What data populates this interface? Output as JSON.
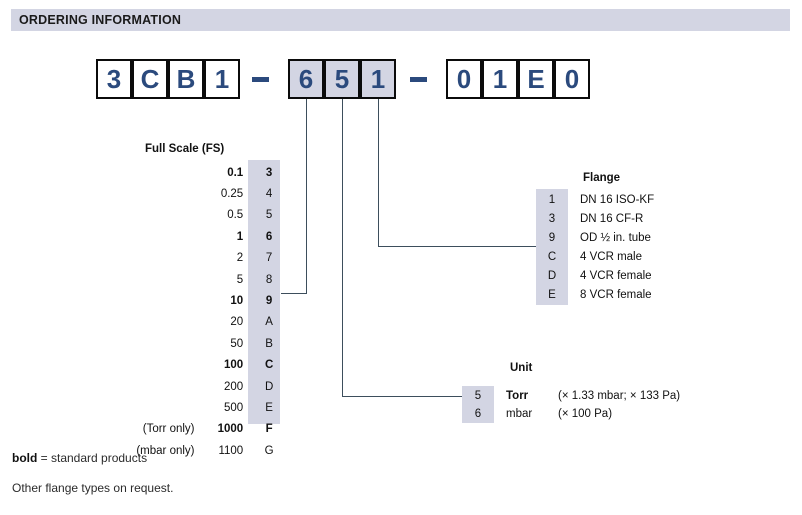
{
  "header": {
    "title": "ORDERING INFORMATION",
    "bar_color": "#d3d5e3"
  },
  "part_number": {
    "text_color": "#2b4a7d",
    "highlight_color": "#d3d5e3",
    "groups": [
      {
        "chars": [
          "3",
          "C",
          "B",
          "1"
        ],
        "shaded": false
      },
      {
        "separator": "–"
      },
      {
        "chars": [
          "6",
          "5",
          "1"
        ],
        "shaded": true
      },
      {
        "separator": "–"
      },
      {
        "chars": [
          "0",
          "1",
          "E",
          "0"
        ],
        "shaded": false
      }
    ],
    "boxes": [
      "3",
      "C",
      "B",
      "1",
      "6",
      "5",
      "1",
      "0",
      "1",
      "E",
      "0"
    ]
  },
  "full_scale": {
    "title": "Full Scale (FS)",
    "rows": [
      {
        "note": "",
        "value": "0.1",
        "code": "3",
        "bold": true
      },
      {
        "note": "",
        "value": "0.25",
        "code": "4",
        "bold": false
      },
      {
        "note": "",
        "value": "0.5",
        "code": "5",
        "bold": false
      },
      {
        "note": "",
        "value": "1",
        "code": "6",
        "bold": true
      },
      {
        "note": "",
        "value": "2",
        "code": "7",
        "bold": false
      },
      {
        "note": "",
        "value": "5",
        "code": "8",
        "bold": false
      },
      {
        "note": "",
        "value": "10",
        "code": "9",
        "bold": true
      },
      {
        "note": "",
        "value": "20",
        "code": "A",
        "bold": false
      },
      {
        "note": "",
        "value": "50",
        "code": "B",
        "bold": false
      },
      {
        "note": "",
        "value": "100",
        "code": "C",
        "bold": true
      },
      {
        "note": "",
        "value": "200",
        "code": "D",
        "bold": false
      },
      {
        "note": "",
        "value": "500",
        "code": "E",
        "bold": false
      },
      {
        "note": "(Torr only)",
        "value": "1000",
        "code": "F",
        "bold": true
      },
      {
        "note": "(mbar only)",
        "value": "1100",
        "code": "G",
        "bold": false
      }
    ]
  },
  "flange": {
    "title": "Flange",
    "rows": [
      {
        "code": "1",
        "label": "DN 16 ISO-KF"
      },
      {
        "code": "3",
        "label": "DN 16 CF-R"
      },
      {
        "code": "9",
        "label": "OD ½ in. tube"
      },
      {
        "code": "C",
        "label": "4 VCR male"
      },
      {
        "code": "D",
        "label": "4 VCR female"
      },
      {
        "code": "E",
        "label": "8 VCR female"
      }
    ]
  },
  "unit": {
    "title": "Unit",
    "rows": [
      {
        "code": "5",
        "name": "Torr",
        "conversion": "(× 1.33 mbar; × 133 Pa)",
        "bold": true
      },
      {
        "code": "6",
        "name": "mbar",
        "conversion": "(× 100 Pa)",
        "bold": false
      }
    ]
  },
  "footnotes": {
    "bold_legend_bold": "bold",
    "bold_legend_rest": " = standard products",
    "flange_note": "Other flange types on request."
  }
}
